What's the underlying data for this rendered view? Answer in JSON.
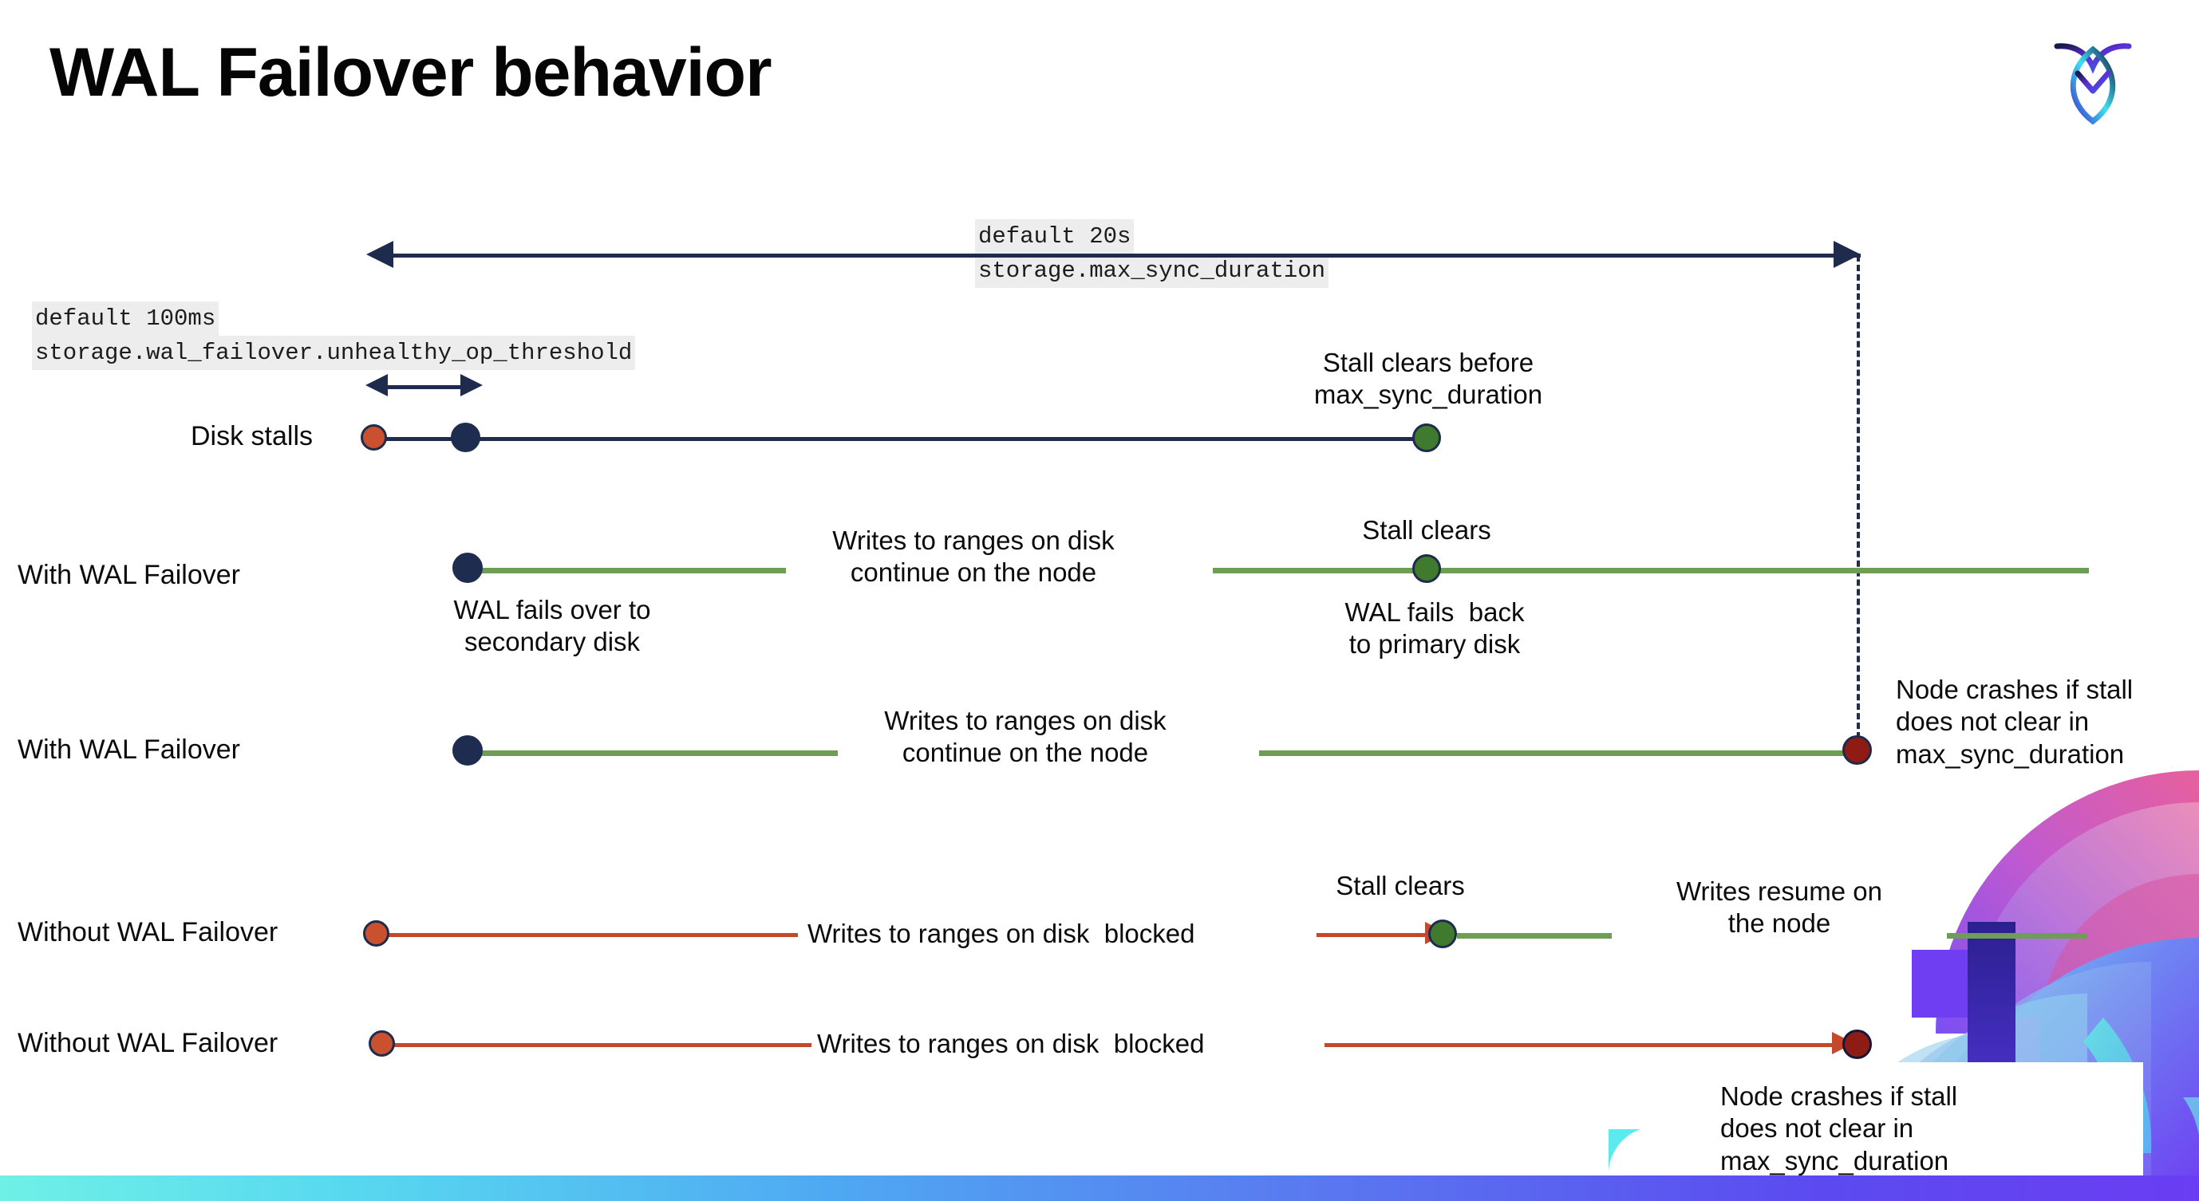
{
  "slide": {
    "title": "WAL Failover behavior",
    "logo_name": "cockroach-labs-logo"
  },
  "settings": {
    "max_sync": {
      "default": "default 20s",
      "name": "storage.max_sync_duration"
    },
    "unhealthy": {
      "default": "default 100ms",
      "name": "storage.wal_failover.unhealthy_op_threshold"
    }
  },
  "rows": [
    {
      "label": "Disk stalls",
      "annotations": [
        {
          "name": "stall-clears-before-note",
          "text": "Stall clears before\nmax_sync_duration"
        }
      ]
    },
    {
      "label": "With WAL Failover",
      "annotations": [
        {
          "name": "writes-continue-note",
          "text": "Writes to ranges on disk\ncontinue on the node"
        },
        {
          "name": "wal-fails-over-note",
          "text": "WAL fails over to\nsecondary disk"
        },
        {
          "name": "stall-clears-note",
          "text": "Stall clears"
        },
        {
          "name": "wal-fails-back-note",
          "text": "WAL fails  back\nto primary disk"
        }
      ]
    },
    {
      "label": "With WAL Failover",
      "annotations": [
        {
          "name": "writes-continue-note",
          "text": "Writes to ranges on disk\ncontinue on the node"
        },
        {
          "name": "node-crashes-note",
          "text": "Node crashes if stall\ndoes not clear in\nmax_sync_duration"
        }
      ]
    },
    {
      "label": "Without WAL Failover",
      "annotations": [
        {
          "name": "writes-blocked-note",
          "text": "Writes to ranges on disk  blocked"
        },
        {
          "name": "stall-clears-note",
          "text": "Stall clears"
        },
        {
          "name": "writes-resume-note",
          "text": "Writes resume on\nthe node"
        }
      ]
    },
    {
      "label": "Without WAL Failover",
      "annotations": [
        {
          "name": "writes-blocked-note",
          "text": "Writes to ranges on disk  blocked"
        },
        {
          "name": "node-crashes-note",
          "text": "Node crashes if stall\ndoes not clear in\nmax_sync_duration"
        }
      ]
    }
  ],
  "colors": {
    "navy": "#1f2b4d",
    "green_line": "#6e9e55",
    "orange_line": "#c4482b",
    "dot_navy": "#1e2c4f",
    "dot_orange": "#c9512f",
    "dot_green": "#3f7a2e",
    "dot_darkred": "#8e1b14",
    "code_chip_bg": "#ededed"
  }
}
